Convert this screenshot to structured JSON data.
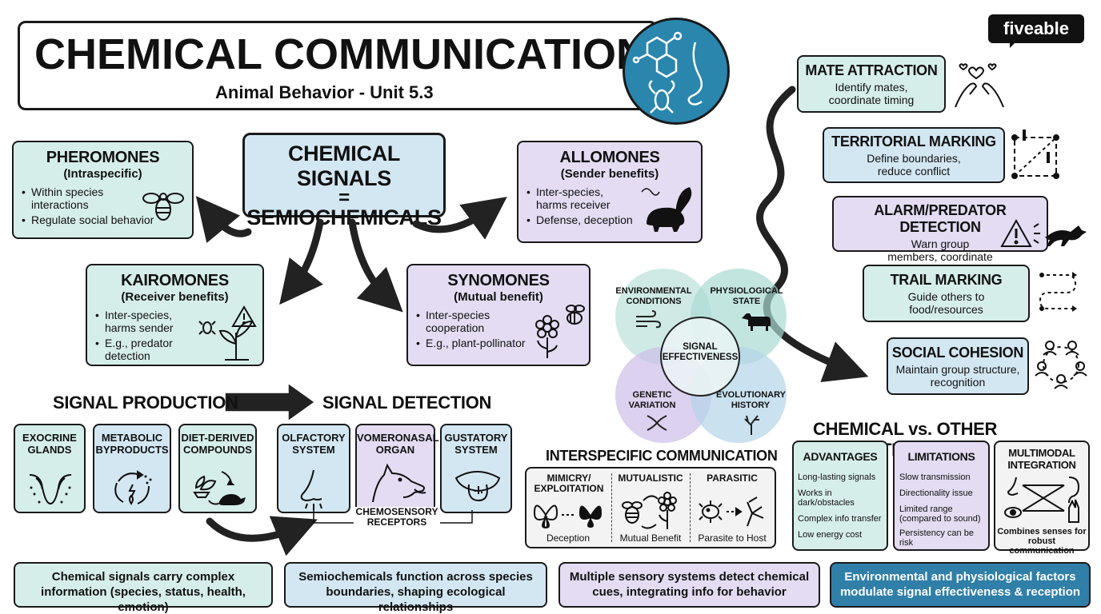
{
  "header": {
    "title": "CHEMICAL COMMUNICATION",
    "subtitle": "Animal Behavior - Unit 5.3"
  },
  "brand": {
    "prefix": "five",
    "suffix": "able"
  },
  "center": {
    "line1": "CHEMICAL SIGNALS",
    "line2": "=",
    "line3": "SEMIOCHEMICALS"
  },
  "pheromones": {
    "title": "PHEROMONES",
    "sub": "(Intraspecific)",
    "b1": "Within species interactions",
    "b2": "Regulate social behavior"
  },
  "allomones": {
    "title": "ALLOMONES",
    "sub": "(Sender benefits)",
    "b1": "Inter-species, harms receiver",
    "b2": "Defense, deception"
  },
  "kairomones": {
    "title": "KAIROMONES",
    "sub": "(Receiver benefits)",
    "b1": "Inter-species, harms sender",
    "b2": "E.g., predator detection"
  },
  "synomones": {
    "title": "SYNOMONES",
    "sub": "(Mutual benefit)",
    "b1": "Inter-species cooperation",
    "b2": "E.g., plant-pollinator"
  },
  "venn": {
    "center": "SIGNAL EFFECTIVENESS",
    "tl": "ENVIRONMENTAL CONDITIONS",
    "tr": "PHYSIOLOGICAL STATE",
    "bl": "GENETIC VARIATION",
    "br": "EVOLUTIONARY HISTORY"
  },
  "functions": [
    {
      "title": "MATE ATTRACTION",
      "desc": "Identify mates, coordinate timing"
    },
    {
      "title": "TERRITORIAL MARKING",
      "desc": "Define boundaries, reduce conflict"
    },
    {
      "title": "ALARM/PREDATOR DETECTION",
      "desc": "Warn group members, coordinate escape"
    },
    {
      "title": "TRAIL MARKING",
      "desc": "Guide others to food/resources"
    },
    {
      "title": "SOCIAL COHESION",
      "desc": "Maintain group structure, recognition"
    }
  ],
  "production": {
    "heading": "SIGNAL PRODUCTION",
    "items": [
      "EXOCRINE GLANDS",
      "METABOLIC BYPRODUCTS",
      "DIET-DERIVED COMPOUNDS"
    ]
  },
  "detection": {
    "heading": "SIGNAL DETECTION",
    "items": [
      "OLFACTORY SYSTEM",
      "VOMERONASAL ORGAN",
      "GUSTATORY SYSTEM"
    ],
    "receptors": "CHEMOSENSORY RECEPTORS"
  },
  "interspecific": {
    "heading": "INTERSPECIFIC COMMUNICATION",
    "cols": [
      {
        "title": "MIMICRY/ EXPLOITATION",
        "foot": "Deception"
      },
      {
        "title": "MUTUALISTIC",
        "foot": "Mutual Benefit"
      },
      {
        "title": "PARASITIC",
        "foot": "Parasite to Host"
      }
    ]
  },
  "modalities": {
    "heading": "CHEMICAL vs. OTHER MODALITIES",
    "advantages": {
      "title": "ADVANTAGES",
      "items": [
        "Long-lasting signals",
        "Works in dark/obstacles",
        "Complex info transfer",
        "Low energy cost"
      ]
    },
    "limitations": {
      "title": "LIMITATIONS",
      "items": [
        "Slow transmission",
        "Directionality issue",
        "Limited range (compared to sound)",
        "Persistency can be risk"
      ]
    },
    "multimodal": {
      "title": "MULTIMODAL INTEGRATION",
      "foot": "Combines senses for robust communication"
    }
  },
  "summary": [
    "Chemical signals carry complex information (species, status, health, emotion)",
    "Semiochemicals function across species boundaries, shaping ecological relationships",
    "Multiple sensory systems detect chemical cues, integrating info for behavior",
    "Environmental and physiological factors modulate signal effectiveness & reception"
  ],
  "colors": {
    "teal": "#d6eeea",
    "purple": "#e3dcf2",
    "blue": "#d3e7f2",
    "accent": "#2a86ad",
    "dark_blue": "#2f7fa8"
  }
}
